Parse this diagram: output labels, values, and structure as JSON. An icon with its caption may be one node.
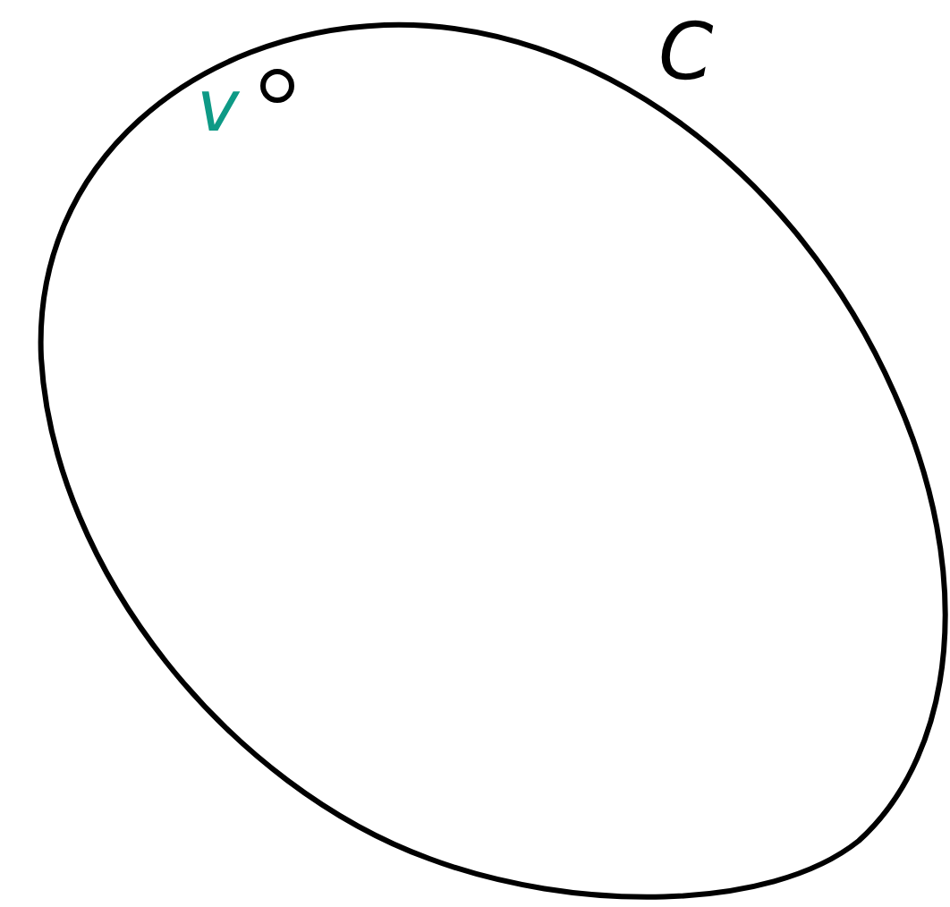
{
  "diagram": {
    "nodes": [
      {
        "text": [
          "C"
        ]
      },
      {
        "text": [
          "v"
        ],
        "in": 0
      }
    ]
  }
}
